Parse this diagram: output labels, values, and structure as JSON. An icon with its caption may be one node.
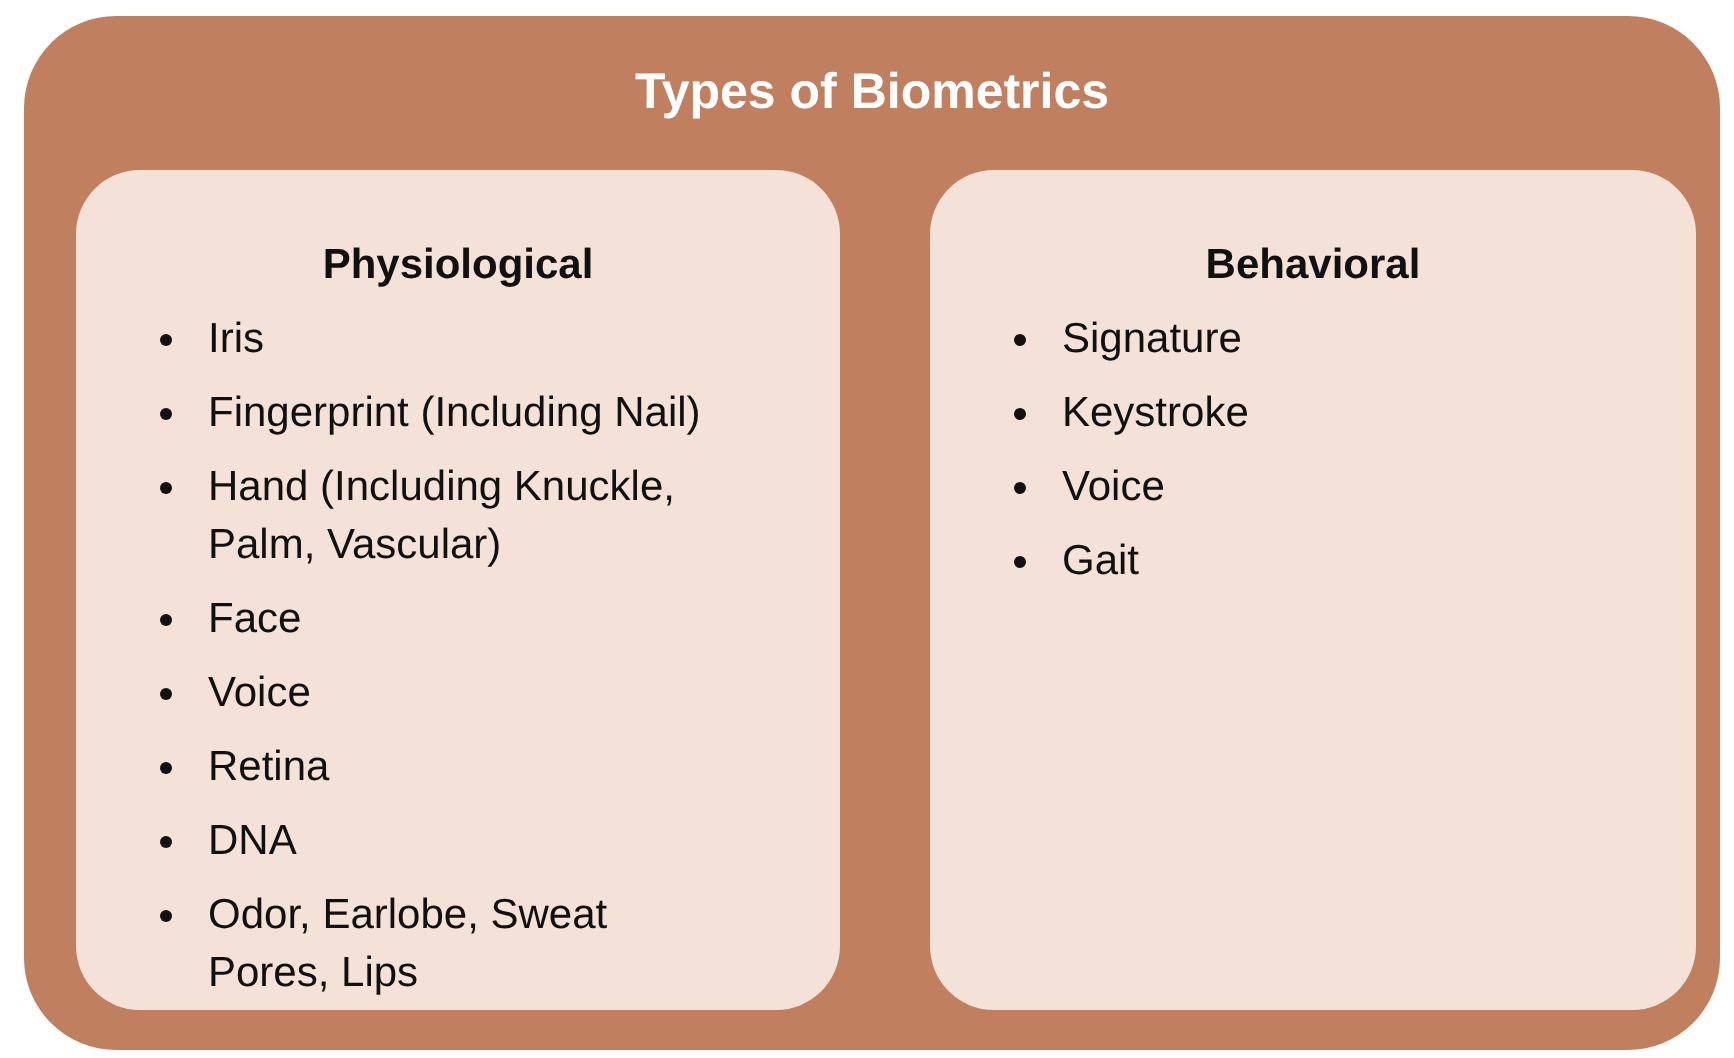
{
  "diagram": {
    "nodes": [
      {
        "text": [
          "Types of Biometrics"
        ]
      },
      {
        "text": [
          "Physiological",
          "Iris",
          "Fingerprint (Including Nail)",
          "Hand (Including Knuckle, Palm, Vascular)",
          "Face",
          "Voice",
          "Retina",
          "DNA",
          "Odor, Earlobe, Sweat Pores, Lips"
        ],
        "in": 0
      },
      {
        "text": [
          "Behavioral",
          "Signature",
          "Keystroke",
          "Voice",
          "Gait"
        ],
        "in": 0
      }
    ]
  }
}
